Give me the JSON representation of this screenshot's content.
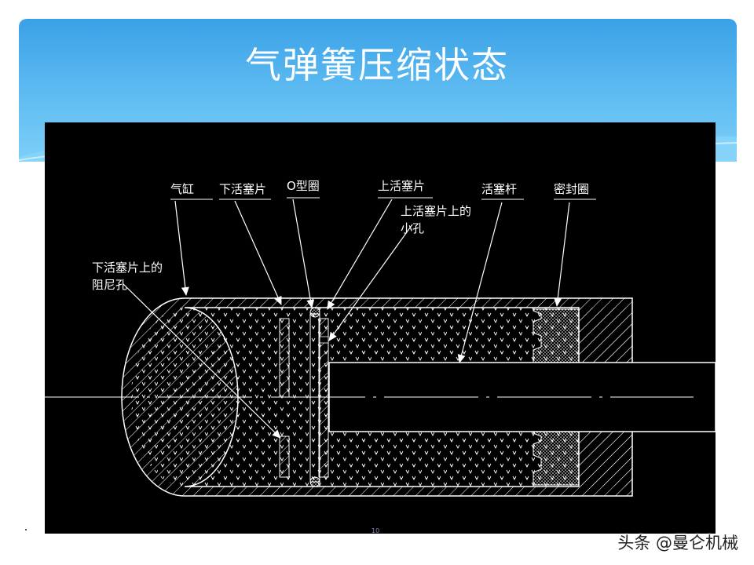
{
  "slide": {
    "title": "气弹簧压缩状态",
    "page_number": "10",
    "watermark": "头条 @曼仑机械"
  },
  "diagram": {
    "labels": {
      "cylinder": "气缸",
      "lower_piston": "下活塞片",
      "o_ring": "O型圈",
      "upper_piston": "上活塞片",
      "piston_rod": "活塞杆",
      "seal_ring": "密封圈",
      "upper_hole_line1": "上活塞片上的",
      "upper_hole_line2": "小孔",
      "damping_hole_line1": "下活塞片上的",
      "damping_hole_line2": "阻尼孔"
    },
    "colors": {
      "background": "#000000",
      "line": "#ffffff",
      "header_blue": "#3aa0e6"
    }
  }
}
